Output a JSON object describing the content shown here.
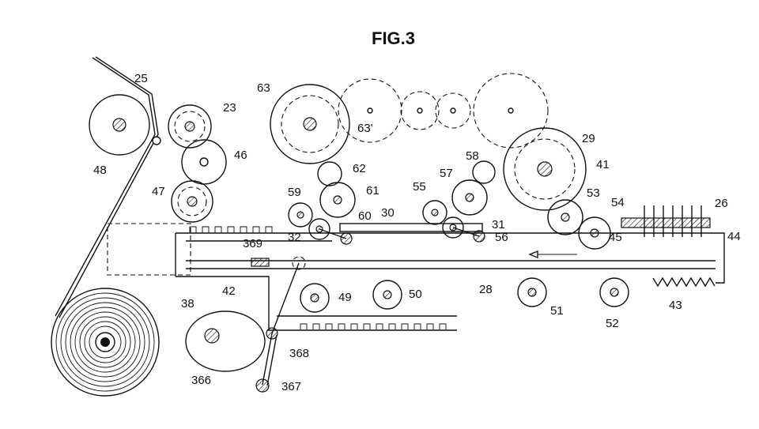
{
  "figure": {
    "title": "FIG.3",
    "labels": {
      "l25": "25",
      "l23": "23",
      "l63": "63",
      "l63p": "63'",
      "l29": "29",
      "l46": "46",
      "l48": "48",
      "l47": "47",
      "l62": "62",
      "l61": "61",
      "l58": "58",
      "l57": "57",
      "l41": "41",
      "l59": "59",
      "l55": "55",
      "l60": "60",
      "l30": "30",
      "l31": "31",
      "l53": "53",
      "l54": "54",
      "l26": "26",
      "l32": "32",
      "l369": "369",
      "l56": "56",
      "l45": "45",
      "l44": "44",
      "l42": "42",
      "l49": "49",
      "l50": "50",
      "l28": "28",
      "l51": "51",
      "l43": "43",
      "l52": "52",
      "l38": "38",
      "l368": "368",
      "l366": "366",
      "l367": "367"
    },
    "colors": {
      "ink": "#111111",
      "paper": "#ffffff"
    }
  }
}
